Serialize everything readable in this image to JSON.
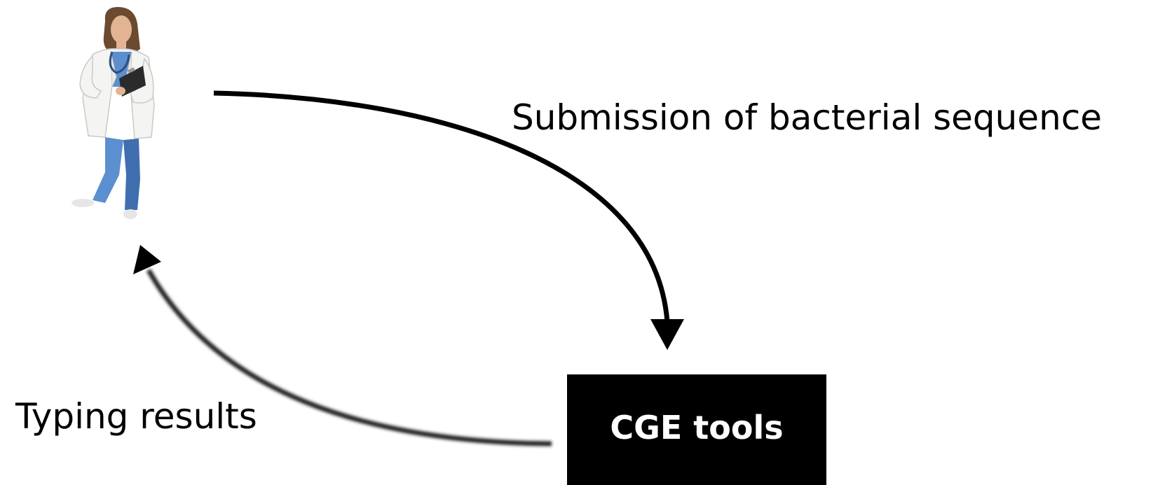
{
  "labels": {
    "submission": "Submission of bacterial sequence",
    "typing": "Typing results",
    "box": "CGE tools"
  },
  "colors": {
    "background": "#ffffff",
    "ink": "#000000",
    "coat": "#f4f4f2",
    "scrubs": "#5b8fcf",
    "scrubs_dark": "#3f6fae",
    "skin": "#e2b493",
    "hair": "#6b4a2f"
  },
  "icons": {
    "person": "doctor-figure",
    "clipboard": "clipboard-icon",
    "stethoscope": "stethoscope-icon"
  }
}
